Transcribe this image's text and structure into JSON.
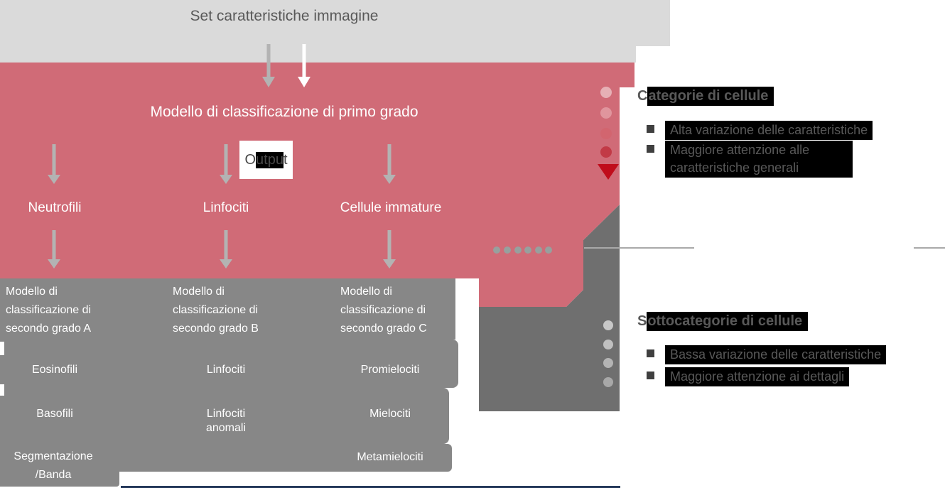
{
  "banner": {
    "title": "Set caratteristiche immagine"
  },
  "first_level": {
    "title": "Modello di classificazione di primo grado",
    "output": {
      "pre": "O",
      "highlighted": "utpu",
      "post": "t"
    },
    "branches": [
      "Neutrofili",
      "Linfociti",
      "Cellule immature"
    ]
  },
  "second_level": {
    "models": [
      "Modello di classificazione di secondo grado A",
      "Modello di classificazione di secondo grado B",
      "Modello di classificazione di secondo grado C"
    ],
    "cells": {
      "a1": "Eosinofili",
      "b1": "Linfociti",
      "c1": "Promielociti",
      "a2": "Basofili",
      "b2": "Linfociti anomali",
      "c2": "Mielociti",
      "a3": "Segmentazione /Banda",
      "c3": "Metamielociti"
    }
  },
  "legend": {
    "categories": {
      "heading": {
        "pre": "C",
        "highlighted": "ategorie di cellule"
      },
      "bullets": [
        "Alta variazione delle caratteristiche",
        "Maggiore attenzione alle caratteristiche generali"
      ]
    },
    "subcategories": {
      "heading": {
        "pre": "S",
        "highlighted": "ottocategorie di cellule"
      },
      "bullets": [
        "Bassa variazione delle caratteristiche",
        "Maggiore attenzione ai dettagli"
      ]
    }
  },
  "icons": {
    "arrow_down": "arrow-down-icon",
    "bullet_marker": "square-bullet-icon",
    "dots_horizontal": "ellipsis-dots-icon",
    "dots_vertical": "sequence-dots-icon",
    "triangle": "triangle-down-icon"
  },
  "colors": {
    "banner_gray": "#dadada",
    "pink": "#d06b77",
    "dark_gray": "#6f6f6f",
    "box_gray": "#878787",
    "arrow_gray": "#b3b3b3",
    "text_gray": "#595959",
    "highlight_black": "#000000",
    "red_accent": "#c00c1b",
    "navy_bar": "#24385a"
  }
}
